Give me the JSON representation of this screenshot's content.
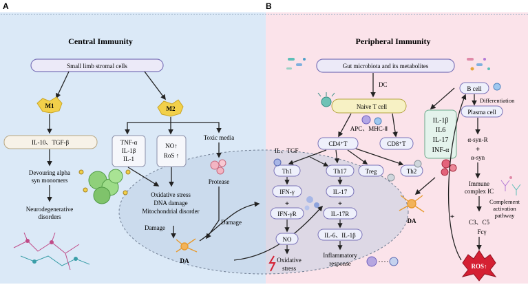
{
  "panels": {
    "a": {
      "letter": "A",
      "title": "Central Immunity"
    },
    "b": {
      "letter": "B",
      "title": "Peripheral Immunity"
    }
  },
  "central": {
    "stromal_box": "Small limb stromal cells",
    "m1": "M1",
    "m2": "M2",
    "il10_box": "IL-10、TGF-β",
    "devouring": [
      "Devouring alpha",
      "syn monomers"
    ],
    "neuro": [
      "Neurodegenerative",
      "disorders"
    ],
    "cytokine_box": [
      "TNF-α",
      "IL-1β",
      "IL-1"
    ],
    "no_box": [
      "NO↑",
      "RoS ↑"
    ],
    "toxic": "Toxic media",
    "protease": "Protease",
    "stress": [
      "Oxidative stress",
      "DNA damage",
      "Mitochondrial disorder"
    ],
    "damage_left": "Damage",
    "da_left": "DA",
    "damage_mid": "Damage"
  },
  "peripheral": {
    "gut_box": "Gut microbiota and its metabolites",
    "dc": "DC",
    "naive": "Naive T cell",
    "apc": "APC、MHC-Ⅱ",
    "cd4": "CD4⁺T",
    "cd8": "CD8⁺T",
    "il_tgf": "IL、TGF",
    "th1": "Th1",
    "th17": "Th17",
    "treg": "Treg",
    "th2": "Th2",
    "ifn_g": "IFN-γ",
    "plus": "+",
    "ifn_gr": "IFN-γR",
    "il17": "IL-17",
    "il17r": "IL-17R",
    "no": "NO",
    "il6_il1b": "IL-6、IL-1β",
    "oxidative": [
      "Oxidative",
      "stress"
    ],
    "inflammatory": [
      "Inflammatory",
      "response"
    ],
    "cytokine_list": [
      "IL-1β",
      "IL6",
      "IL-17",
      "INF-α"
    ],
    "da_right": "DA",
    "b_cell": "B cell",
    "differentiation": "Differentiation",
    "plasma": "Plasma cell",
    "asyn_r": "α-syn-R",
    "asyn": "α-syn",
    "immune_ic": [
      "Immune",
      "complex IC"
    ],
    "complement": [
      "Complement",
      "activation",
      "pathway"
    ],
    "c3c5": "C3、C5",
    "fcy": "Fcγ",
    "ros": "ROS↑"
  },
  "colors": {
    "central_bg": "#dbe9f7",
    "peripheral_bg": "#fbe3ea",
    "box_fill": "#eceaf8",
    "box_stroke": "#7b73b8",
    "naive_fill": "#f7f1c4",
    "cytokine_fill": "#e4f3ec",
    "ros_fill": "#d52033",
    "m_cell": "#f2d04a",
    "neuron": "#e89a2e"
  }
}
